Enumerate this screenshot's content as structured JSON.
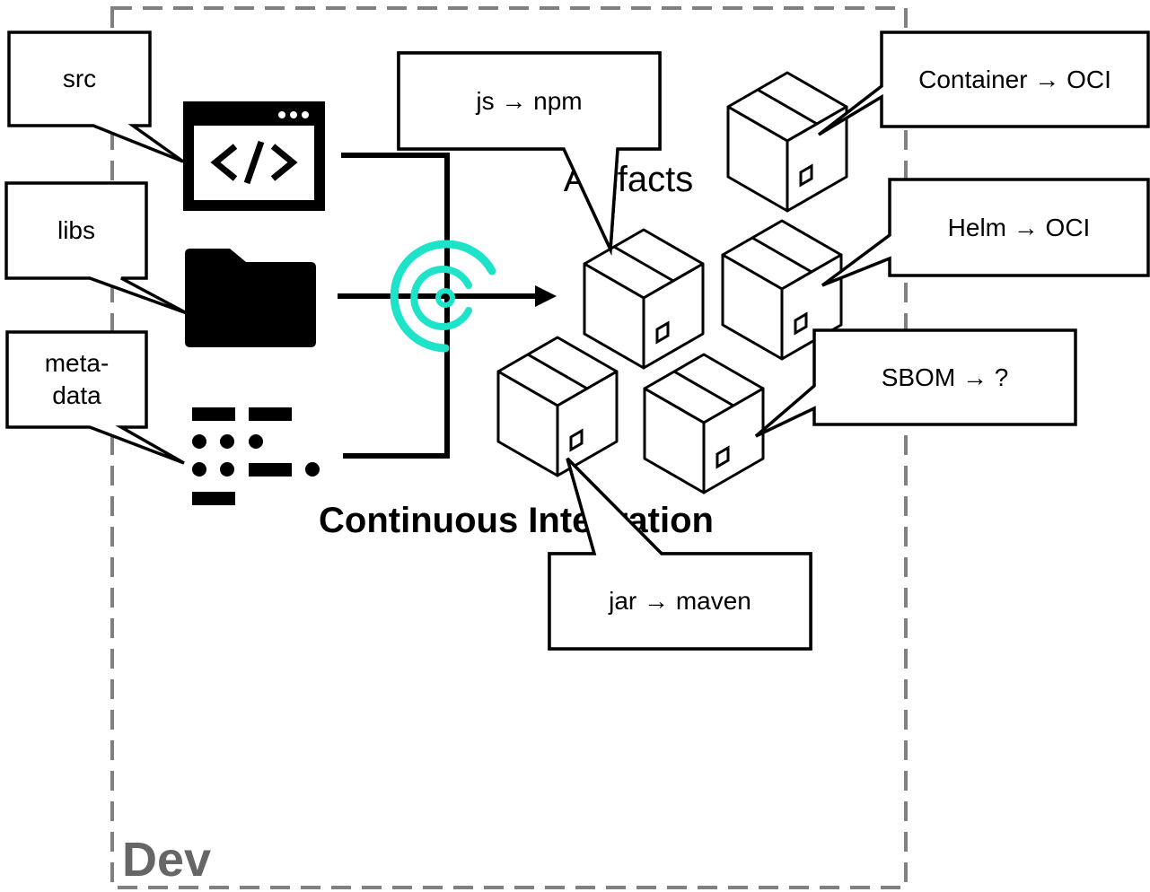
{
  "frame": {
    "label": "Dev",
    "border_color": "#808080",
    "label_color": "#666666"
  },
  "pipeline": {
    "title": "Continuous Integration",
    "accent_color": "#1de3c8"
  },
  "artifacts": {
    "title": "Artifacts"
  },
  "inputs": [
    {
      "label": "src",
      "icon": "code-window-icon"
    },
    {
      "label": "libs",
      "icon": "folder-icon"
    },
    {
      "label": "meta-\ndata",
      "icon": "metadata-dots-icon"
    }
  ],
  "outputs": [
    {
      "label": "js → npm"
    },
    {
      "label": "Container → OCI"
    },
    {
      "label": "Helm → OCI"
    },
    {
      "label": "SBOM → ?"
    },
    {
      "label": "jar → maven"
    }
  ]
}
